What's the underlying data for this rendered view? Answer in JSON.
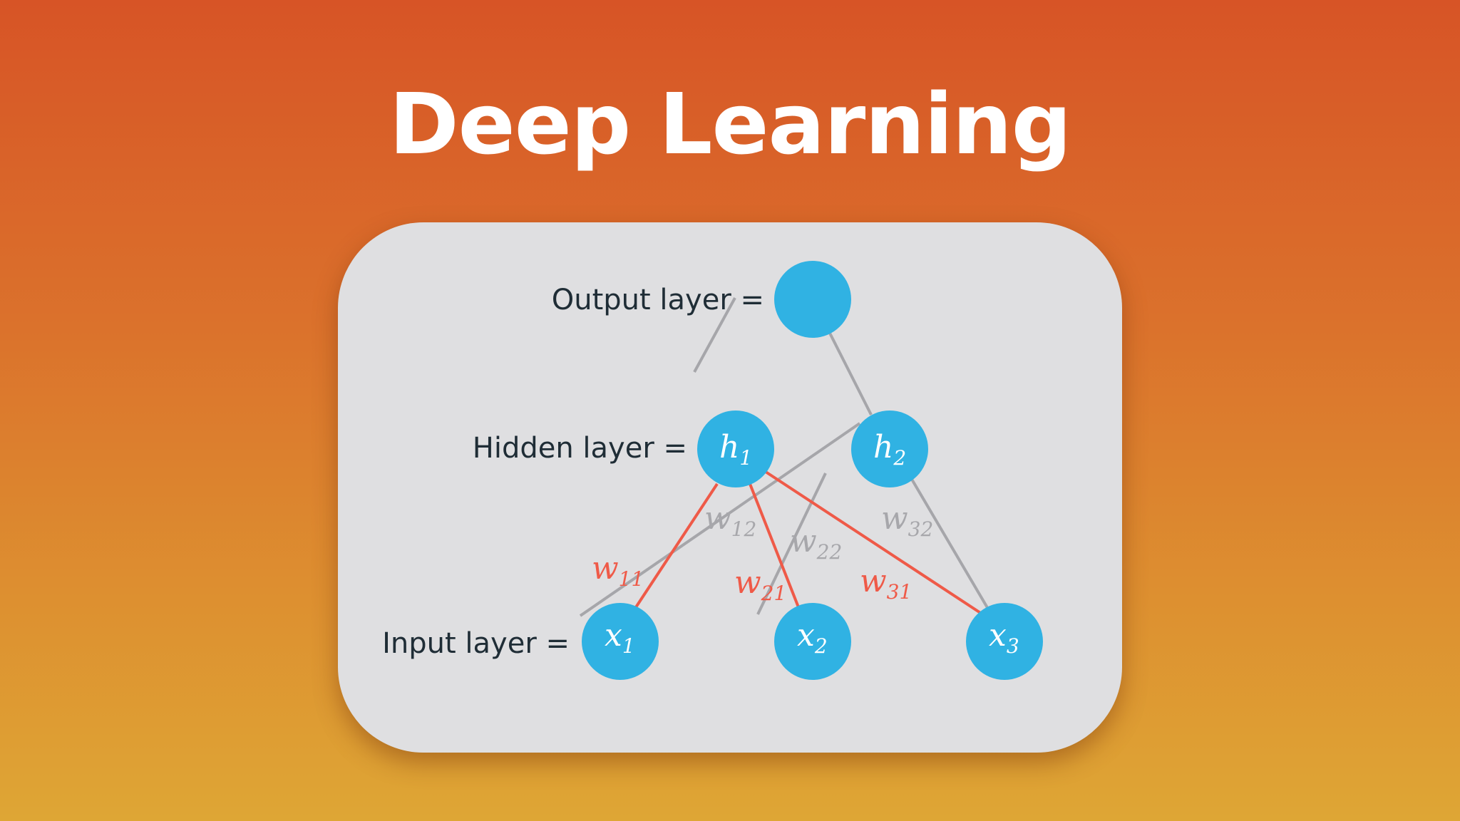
{
  "title": "Deep Learning",
  "diagram": {
    "layers": {
      "output": "Output layer =",
      "hidden": "Hidden layer =",
      "input": "Input layer ="
    },
    "nodes": {
      "h1": {
        "base": "h",
        "sub": "1"
      },
      "h2": {
        "base": "h",
        "sub": "2"
      },
      "x1": {
        "base": "x",
        "sub": "1"
      },
      "x2": {
        "base": "x",
        "sub": "2"
      },
      "x3": {
        "base": "x",
        "sub": "3"
      }
    },
    "weights": {
      "w11": {
        "base": "w",
        "sub": "11"
      },
      "w12": {
        "base": "w",
        "sub": "12"
      },
      "w21": {
        "base": "w",
        "sub": "21"
      },
      "w22": {
        "base": "w",
        "sub": "22"
      },
      "w31": {
        "base": "w",
        "sub": "31"
      },
      "w32": {
        "base": "w",
        "sub": "32"
      }
    },
    "colors": {
      "node": "#30b2e3",
      "highlight_edge": "#ef5a48",
      "edge": "#a6a6aa",
      "card": "#dfdfe1"
    }
  }
}
